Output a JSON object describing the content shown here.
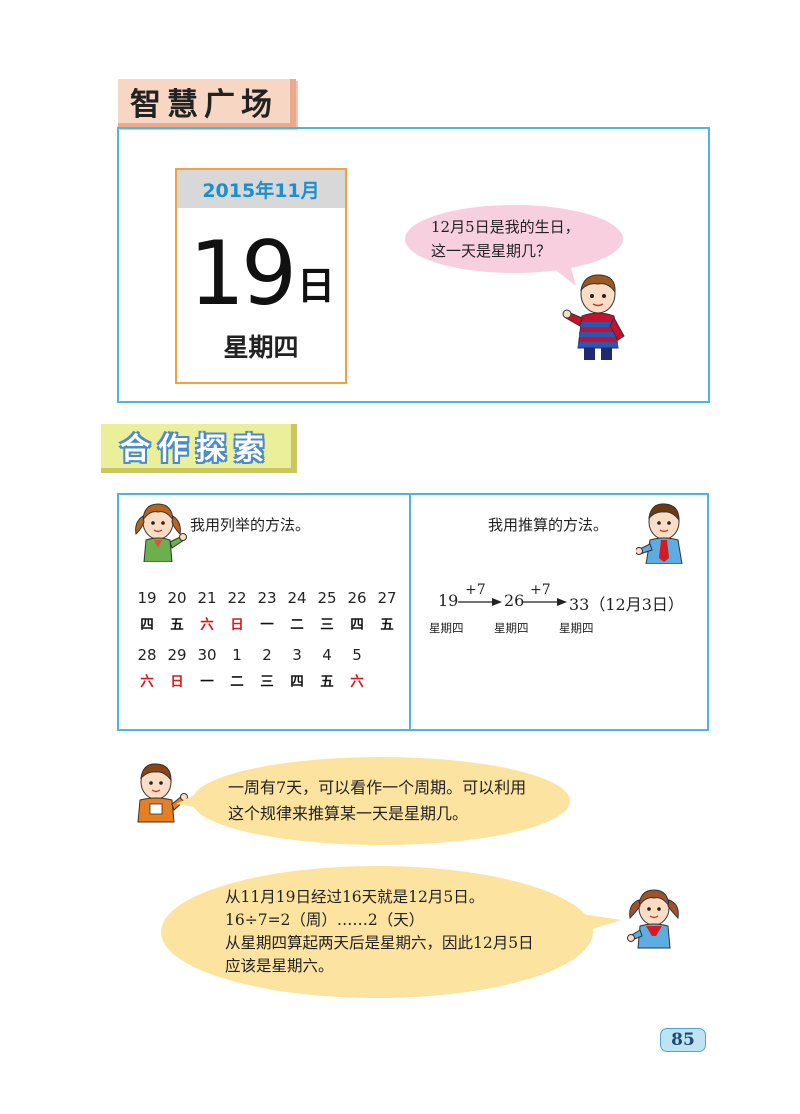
{
  "section1": {
    "title": "智慧广场",
    "calendar": {
      "month_header": "2015年11月",
      "day": "19",
      "day_suffix": "日",
      "weekday": "星期四"
    },
    "question": [
      "12月5日是我的生日，",
      "这一天是星期几？"
    ]
  },
  "section2": {
    "title": "合作探索",
    "left": {
      "heading": "我用列举的方法。",
      "rows": [
        {
          "dates": [
            "19",
            "20",
            "21",
            "22",
            "23",
            "24",
            "25",
            "26",
            "27"
          ],
          "weekdays": [
            "四",
            "五",
            "六",
            "日",
            "一",
            "二",
            "三",
            "四",
            "五"
          ],
          "red": [
            false,
            false,
            true,
            true,
            false,
            false,
            false,
            false,
            false
          ]
        },
        {
          "dates": [
            "28",
            "29",
            "30",
            "1",
            "2",
            "3",
            "4",
            "5"
          ],
          "weekdays": [
            "六",
            "日",
            "一",
            "二",
            "三",
            "四",
            "五",
            "六"
          ],
          "red": [
            true,
            true,
            false,
            false,
            false,
            false,
            false,
            true
          ]
        }
      ]
    },
    "right": {
      "heading": "我用推算的方法。",
      "start": "19",
      "step1": "+7",
      "mid": "26",
      "step2": "+7",
      "end": "33（12月3日）",
      "weekdays": [
        "星期四",
        "星期四",
        "星期四"
      ]
    }
  },
  "notes": {
    "period": [
      "一周有7天，可以看作一个周期。可以利用",
      "这个规律来推算某一天是星期几。"
    ],
    "solution": [
      "从11月19日经过16天就是12月5日。",
      "16÷7=2（周）……2（天）",
      "从星期四算起两天后是星期六，因此12月5日",
      "应该是星期六。"
    ]
  },
  "page_number": "85"
}
